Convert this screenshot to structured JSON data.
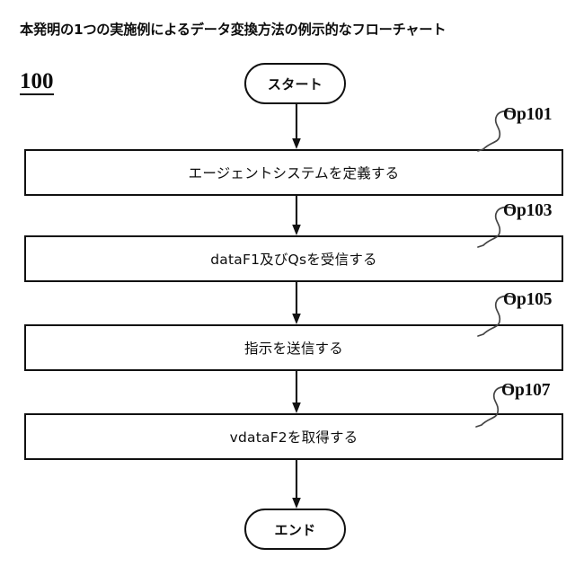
{
  "figure": {
    "title": "本発明の1つの実施例によるデータ変換方法の例示的なフローチャート",
    "reference_number": "100"
  },
  "flowchart": {
    "start_node": {
      "label": "スタート"
    },
    "end_node": {
      "label": "エンド"
    },
    "steps": [
      {
        "id": "Op101",
        "label": "エージェントシステムを定義する",
        "callout": "Op101"
      },
      {
        "id": "Op103",
        "label": "dataF1及びQsを受信する",
        "callout": "Op103"
      },
      {
        "id": "Op105",
        "label": "指示を送信する",
        "callout": "Op105"
      },
      {
        "id": "Op107",
        "label": "vdataF2を取得する",
        "callout": "Op107"
      }
    ]
  },
  "colors": {
    "stroke": "#111111",
    "text": "#0d0d0d",
    "background": "#ffffff"
  }
}
